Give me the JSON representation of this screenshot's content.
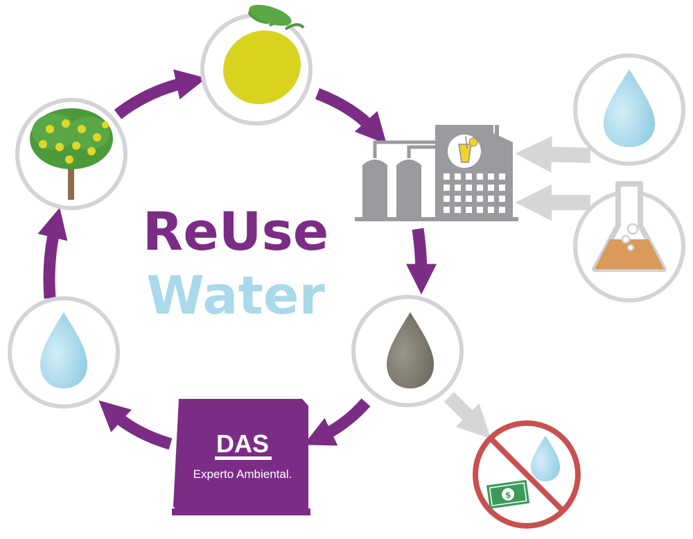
{
  "title": {
    "line1": "ReUse",
    "line2": "Water"
  },
  "brand": {
    "name": "DAS",
    "tagline": "Experto Ambiental."
  },
  "icons": {
    "lemon": "lemon-icon",
    "factory": "lemonade-factory-icon",
    "clean_water": "clean-water-drop-icon",
    "flask": "chemical-flask-icon",
    "waste_water": "waste-water-drop-icon",
    "no_cost": "no-water-cost-icon",
    "das_unit": "das-treatment-unit",
    "recycled_water": "recycled-water-drop-icon",
    "tree": "lemon-tree-icon"
  },
  "colors": {
    "purple": "#7b2d86",
    "light_blue": "#a9d9ea",
    "circle_grey": "#d3d3d8",
    "factory_grey": "#9a9b9e",
    "arrow_grey": "#d6d6d8",
    "lemon_yellow": "#d9d320",
    "leaf_green": "#4c9a3a",
    "dirty_water": "#7c786e",
    "flask_liquid": "#d99a5c",
    "no_sign_red": "#c8514f",
    "money_green": "#3e9a5a"
  }
}
